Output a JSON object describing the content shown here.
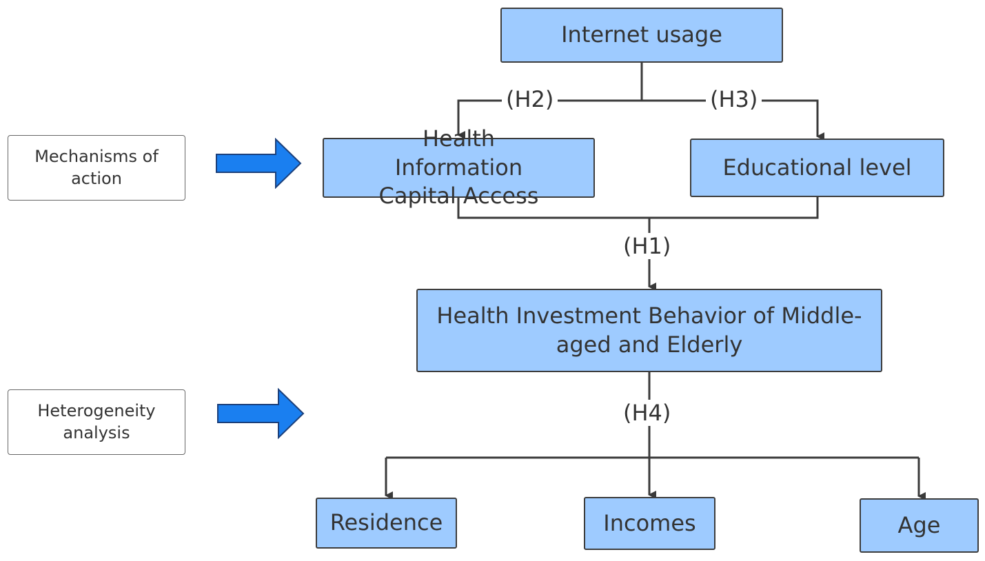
{
  "nodes": {
    "internet_usage": "Internet usage",
    "health_info": "Health Information Capital Access",
    "education": "Educational level",
    "health_investment": "Health Investment Behavior of Middle-aged and Elderly",
    "residence": "Residence",
    "incomes": "Incomes",
    "age": "Age"
  },
  "hypotheses": {
    "h1": "(H1)",
    "h2": "(H2)",
    "h3": "(H3)",
    "h4": "(H4)"
  },
  "side_labels": {
    "mechanisms": "Mechanisms of action",
    "heterogeneity": "Heterogeneity analysis"
  },
  "colors": {
    "node_fill": "#9ecbff",
    "node_border": "#3c3c3c",
    "arrow_blue": "#1a7ff0",
    "connector": "#3a3a3a"
  }
}
